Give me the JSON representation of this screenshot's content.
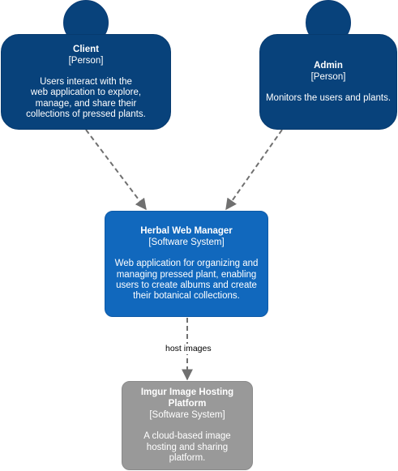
{
  "colors": {
    "person": "#08427b",
    "system": "#1168bd",
    "external": "#999999",
    "connector": "#707070",
    "text": "#ffffff"
  },
  "nodes": {
    "client": {
      "title": "Client",
      "type": "[Person]",
      "desc_lines": [
        "Users interact with the",
        "web application to explore,",
        "manage, and share their",
        "collections of pressed plants."
      ]
    },
    "admin": {
      "title": "Admin",
      "type": "[Person]",
      "desc_lines": [
        "Monitors the users and plants."
      ]
    },
    "herbal": {
      "title": "Herbal Web Manager",
      "type": "[Software System]",
      "desc_lines": [
        "Web application for organizing and",
        "managing pressed plant, enabling",
        "users to create albums and create",
        "their botanical collections."
      ]
    },
    "imgur": {
      "title_lines": [
        "Imgur Image Hosting",
        "Platform"
      ],
      "type": "[Software System]",
      "desc_lines": [
        "A cloud-based image",
        "hosting and sharing",
        "platform."
      ]
    }
  },
  "edges": {
    "herbal_to_imgur": {
      "label": "host images"
    }
  }
}
